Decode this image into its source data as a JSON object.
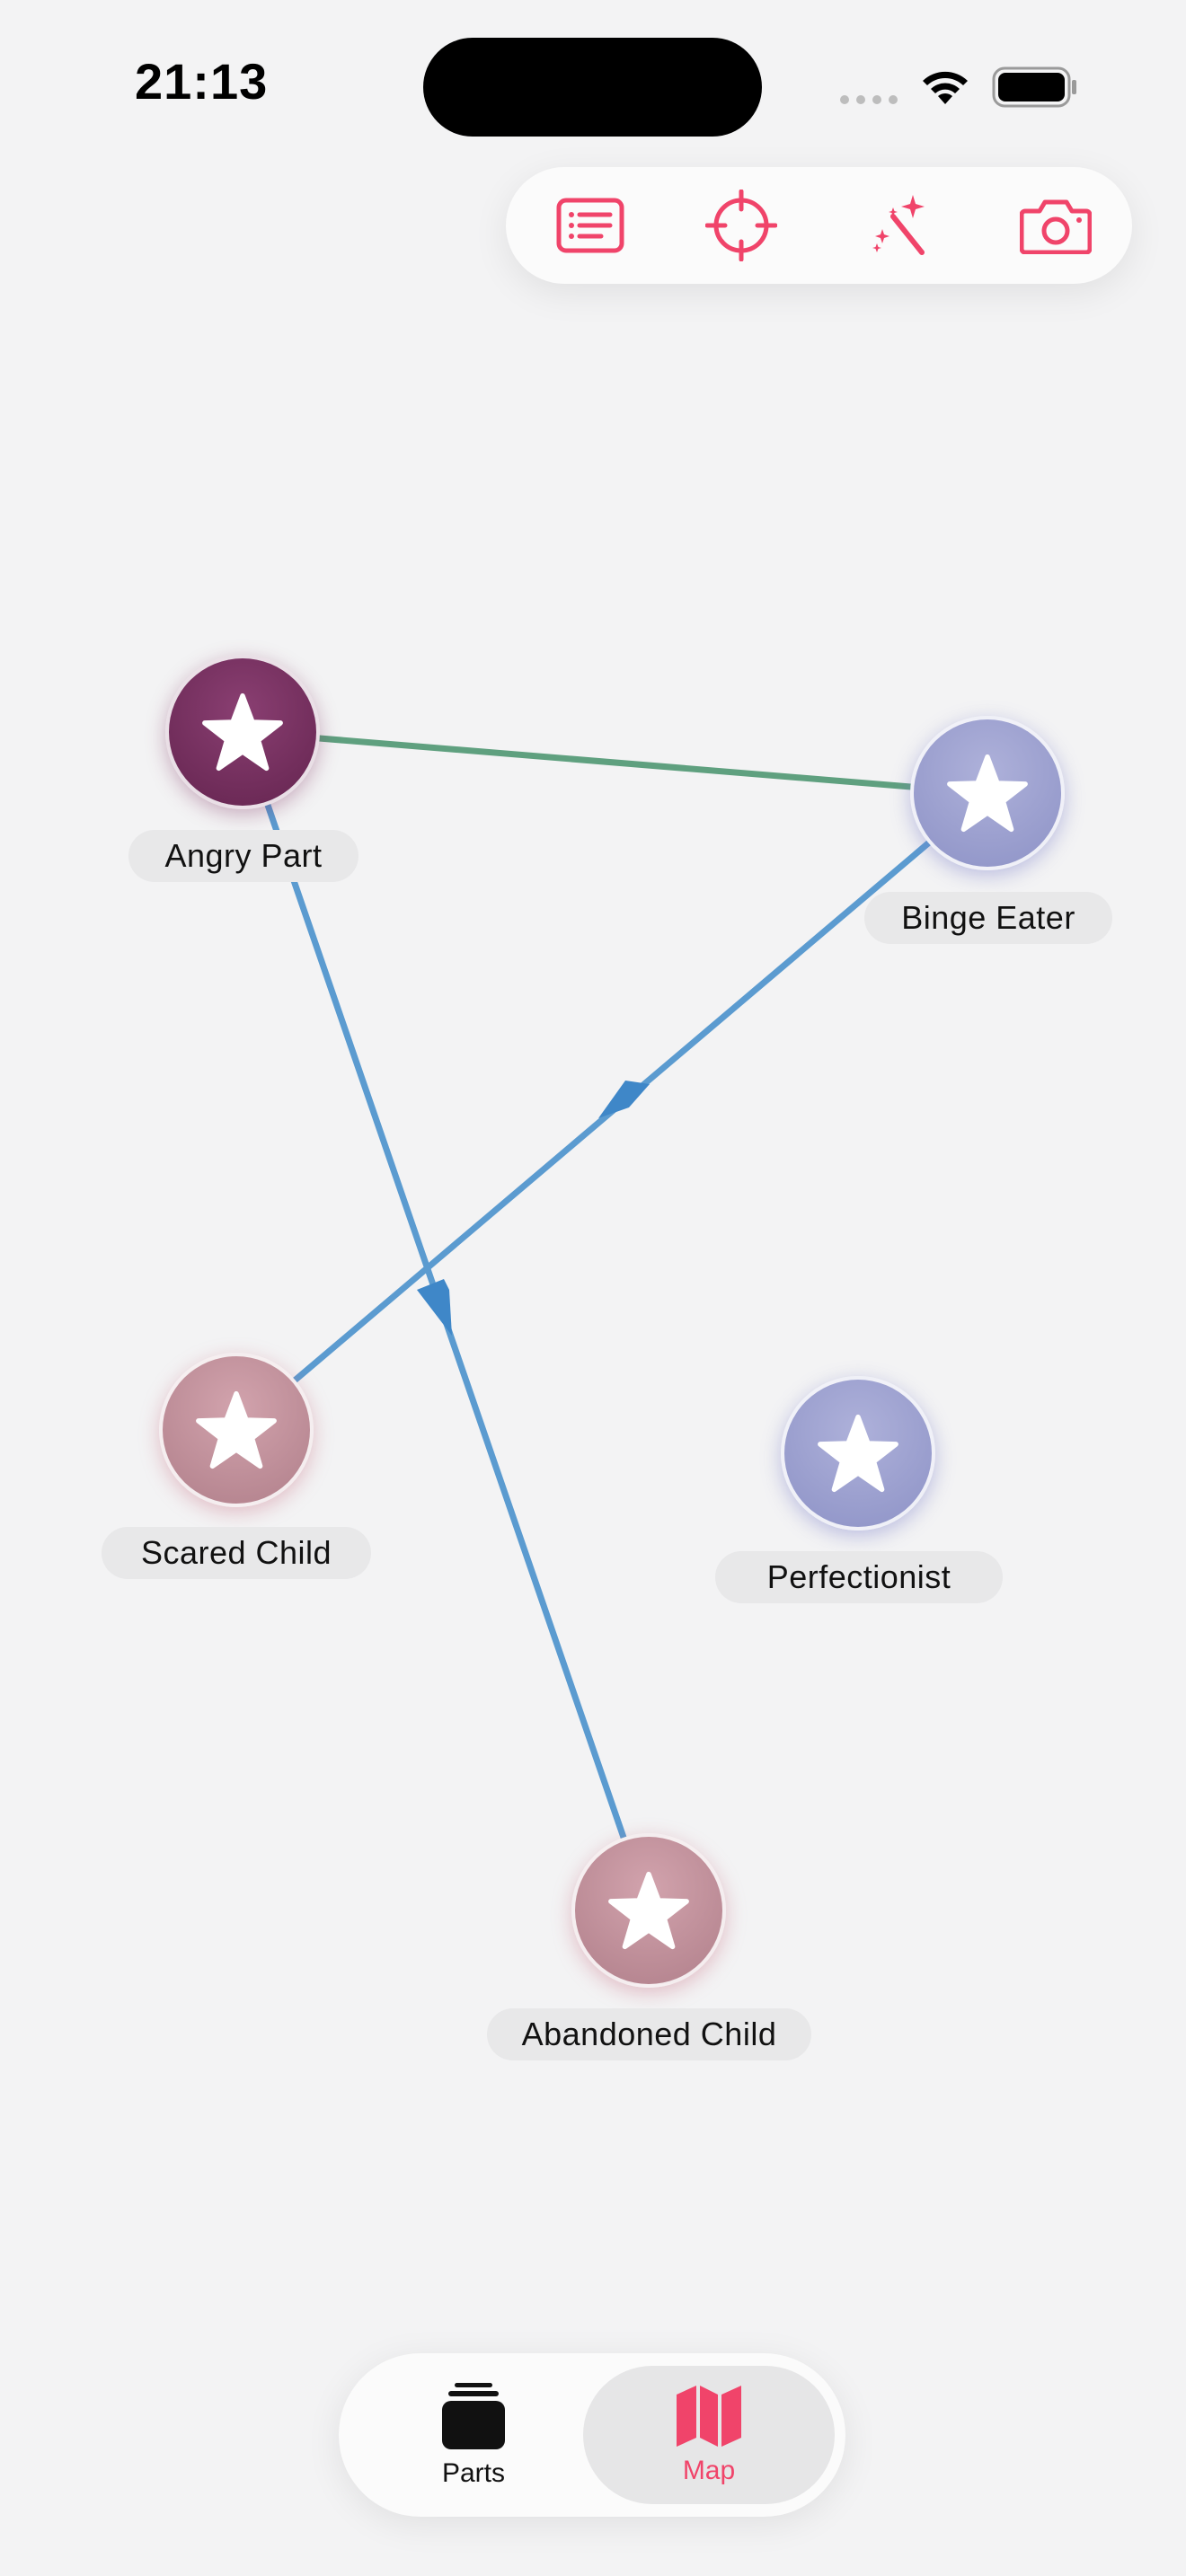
{
  "status_bar": {
    "time": "21:13"
  },
  "toolbar": {
    "buttons": [
      {
        "name": "list-button",
        "icon": "list-icon"
      },
      {
        "name": "locate-button",
        "icon": "crosshair-icon"
      },
      {
        "name": "magic-button",
        "icon": "magic-wand-icon"
      },
      {
        "name": "camera-button",
        "icon": "camera-icon"
      }
    ],
    "accent_color": "#f0446a"
  },
  "map": {
    "nodes": [
      {
        "id": "angry-part",
        "label": "Angry Part",
        "color": "#6e2b59",
        "icon": "star-icon"
      },
      {
        "id": "binge-eater",
        "label": "Binge Eater",
        "color": "#9ea2d1",
        "icon": "star-icon"
      },
      {
        "id": "scared-child",
        "label": "Scared Child",
        "color": "#c2919b",
        "icon": "star-icon"
      },
      {
        "id": "perfectionist",
        "label": "Perfectionist",
        "color": "#9ea2d1",
        "icon": "star-icon"
      },
      {
        "id": "abandoned-child",
        "label": "Abandoned Child",
        "color": "#c2919b",
        "icon": "star-icon"
      }
    ],
    "edges": [
      {
        "from": "angry-part",
        "to": "binge-eater",
        "color": "#5fa07f",
        "directed": false
      },
      {
        "from": "binge-eater",
        "to": "scared-child",
        "color": "#5b9bd0",
        "directed": true
      },
      {
        "from": "angry-part",
        "to": "abandoned-child",
        "color": "#5b9bd0",
        "directed": true
      }
    ]
  },
  "tabbar": {
    "tabs": [
      {
        "label": "Parts",
        "icon": "cards-stack-icon",
        "selected": false
      },
      {
        "label": "Map",
        "icon": "map-icon",
        "selected": true
      }
    ]
  }
}
